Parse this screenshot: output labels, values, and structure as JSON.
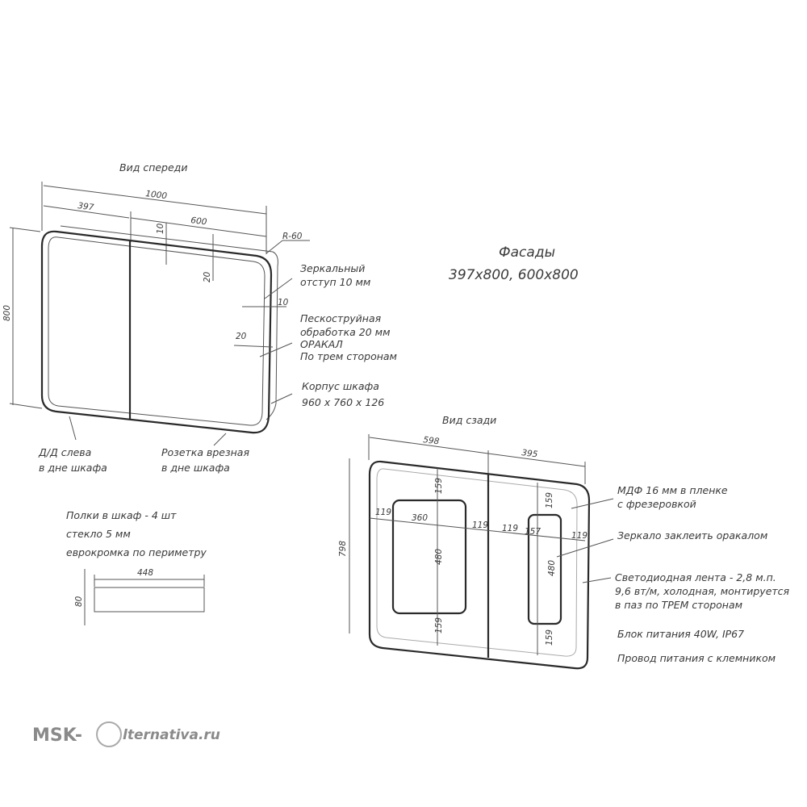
{
  "front": {
    "title": "Вид спереди",
    "dims": {
      "w": "1000",
      "left": "397",
      "right": "600",
      "h": "800",
      "top10": "10",
      "top20": "20",
      "side10": "10",
      "side20": "20",
      "radius": "R-60"
    },
    "notes": {
      "mirror1": "Зеркальный",
      "mirror2": "отступ 10 мм",
      "sand1": "Пескоструйная",
      "sand2": "обработка 20 мм",
      "sand3": "ОРАКАЛ",
      "sand4": "По трем сторонам",
      "body1": "Корпус шкафа",
      "body2": "960 x 760 x 126",
      "dd1": "Д/Д слева",
      "dd2": "в дне шкафа",
      "socket1": "Розетка врезная",
      "socket2": "в дне шкафа"
    }
  },
  "facades": {
    "title": "Фасады",
    "sizes": "397x800, 600x800"
  },
  "shelf": {
    "line1": "Полки в шкаф - 4 шт",
    "line2": "стекло 5 мм",
    "line3": "еврокромка по периметру",
    "w": "448",
    "h": "80"
  },
  "back": {
    "title": "Вид сзади",
    "dims": {
      "left": "598",
      "right": "395",
      "h": "798",
      "t159a": "159",
      "b159a": "159",
      "t159b": "159",
      "b159b": "159",
      "l119": "119",
      "w360": "360",
      "m119": "119",
      "n119": "119",
      "w157": "157",
      "r119": "119",
      "h480a": "480",
      "h480b": "480"
    },
    "notes": {
      "mdf1": "МДФ 16 мм в пленке",
      "mdf2": "с фрезеровкой",
      "mirror": "Зеркало заклеить оракалом",
      "led1": "Светодиодная лента - 2,8 м.п.",
      "led2": "9,6 вт/м, холодная, монтируется",
      "led3": "в паз по ТРЕМ сторонам",
      "psu": "Блок питания 40W, IP67",
      "wire": "Провод питания с клемником"
    }
  },
  "logo": {
    "text": "MSK-@lternativa.ru"
  }
}
